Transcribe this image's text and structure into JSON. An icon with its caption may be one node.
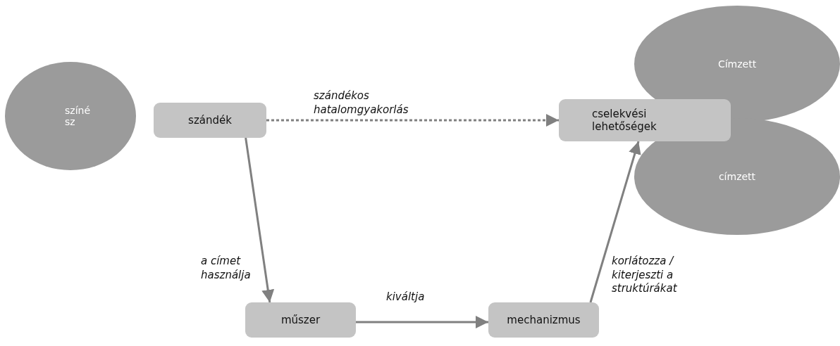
{
  "diagram": {
    "nodes": [
      {
        "text": [
          "színész"
        ]
      },
      {
        "text": [
          "szándék"
        ]
      },
      {
        "text": [
          "Címzett"
        ]
      },
      {
        "text": [
          "címzett"
        ]
      },
      {
        "text": [
          "cselekvési lehetőségek"
        ]
      },
      {
        "text": [
          "műszer"
        ]
      },
      {
        "text": [
          "mechanizmus"
        ]
      }
    ],
    "edges": [
      {
        "from": 1,
        "to": 4,
        "arrow": "to",
        "style": "dashed",
        "label": "szándékos hatalomgyakorlás"
      },
      {
        "from": 1,
        "to": 5,
        "arrow": "to",
        "label": "a címet használja"
      },
      {
        "from": 5,
        "to": 6,
        "arrow": "to",
        "label": "kiváltja"
      },
      {
        "from": 6,
        "to": 4,
        "arrow": "to",
        "label": "korlátozza / kiterjeszti a struktúrákat"
      }
    ]
  }
}
